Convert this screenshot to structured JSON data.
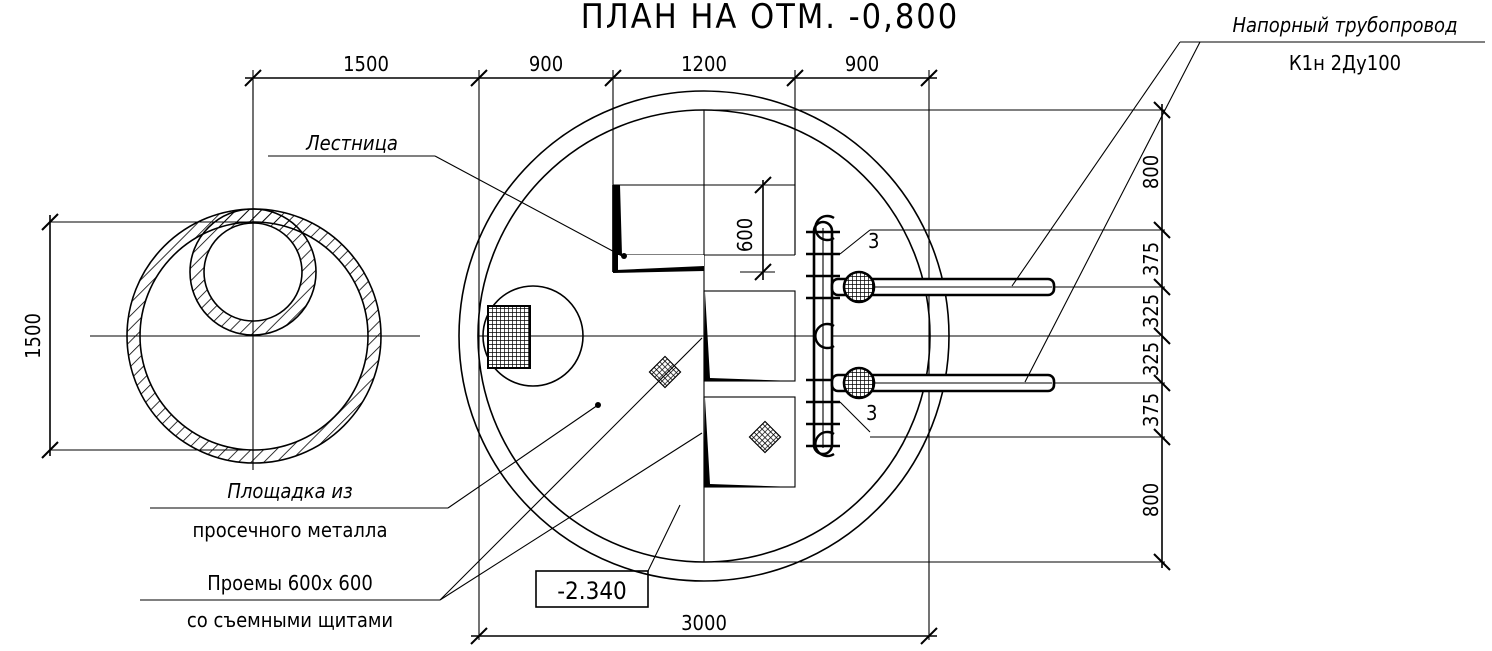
{
  "title": "ПЛАН НА ОТМ. -0,800",
  "pipeline_label": {
    "line1": "Напорный трубопровод",
    "line2": "К1н 2Ду100"
  },
  "dimensions": {
    "top": [
      "1500",
      "900",
      "1200",
      "900"
    ],
    "bottom": "3000",
    "left_vertical": "1500",
    "right_vertical": [
      "800",
      "375",
      "325",
      "325",
      "375",
      "800"
    ],
    "inner_600": "600",
    "pipe_mark_1": "3",
    "pipe_mark_2": "3"
  },
  "labels": {
    "ladder": "Лестница",
    "platform_1": "Площадка из",
    "platform_2": "просечного металла",
    "openings_1": "Проемы 600х 600",
    "openings_2": "со съемными щитами"
  },
  "elevation": "-2.340",
  "colors": {
    "line": "#000000",
    "background": "#ffffff"
  }
}
